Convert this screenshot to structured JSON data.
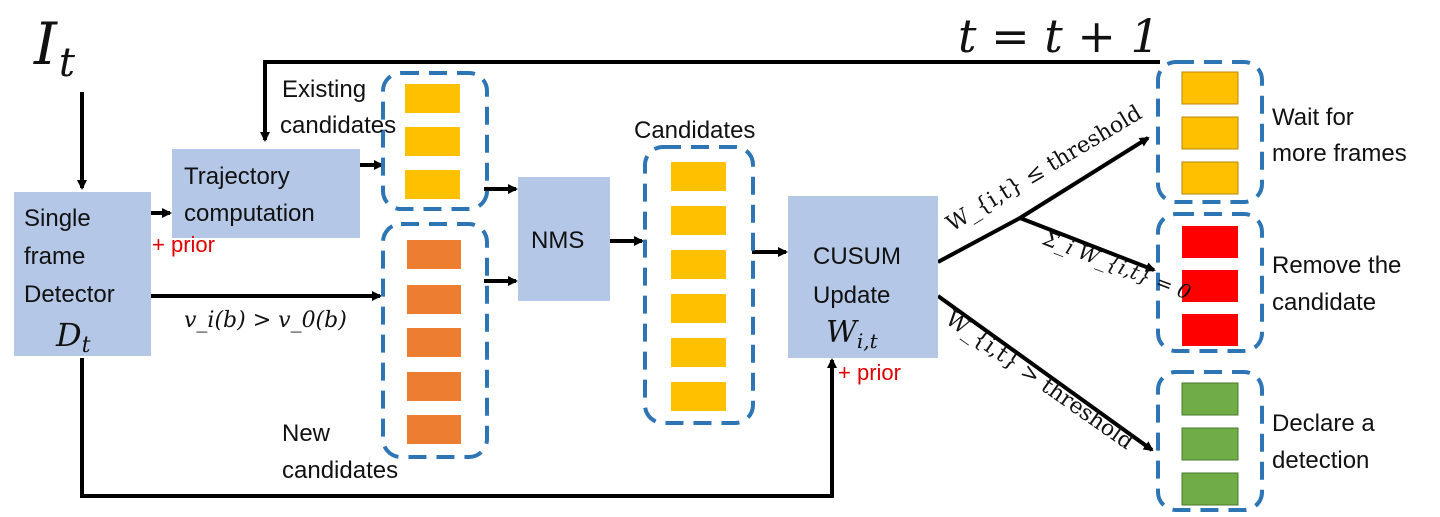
{
  "inputs": {
    "image_symbol": "I",
    "image_sub": "t",
    "time_update": "t = t + 1"
  },
  "detector": {
    "line1": "Single",
    "line2": "frame",
    "line3": "Detector",
    "symbol": "D",
    "symbol_sub": "t"
  },
  "trajectory": {
    "line1": "Trajectory",
    "line2": "computation",
    "prior": "+ prior"
  },
  "existing": {
    "line1": "Existing",
    "line2": "candidates"
  },
  "new_candidates": {
    "line1": "New",
    "line2": "candidates"
  },
  "condition": "v_i(b) > v_0(b)",
  "nms": {
    "label": "NMS"
  },
  "candidates": {
    "label": "Candidates"
  },
  "cusum": {
    "line1": "CUSUM",
    "line2": "Update",
    "symbol": "W",
    "symbol_sub": "i,t",
    "prior": "+ prior"
  },
  "branches": {
    "wait_cond": "W_{i,t} ≤ threshold",
    "remove_cond": "Σ_i W_{i,t} = 0",
    "declare_cond": "W_{i,t} > threshold"
  },
  "outcomes": {
    "wait": {
      "line1": "Wait for",
      "line2": "more frames"
    },
    "remove": {
      "line1": "Remove the",
      "line2": "candidate"
    },
    "declare": {
      "line1": "Declare a",
      "line2": "detection"
    }
  },
  "colors": {
    "box_fill": "#b4c7e7",
    "dashed_border": "#2e75b6",
    "existing_fill": "#ffc000",
    "new_fill": "#ed7d31",
    "remove_fill": "#ff0000",
    "declare_fill": "#70ad47",
    "prior_text": "#e00000"
  }
}
